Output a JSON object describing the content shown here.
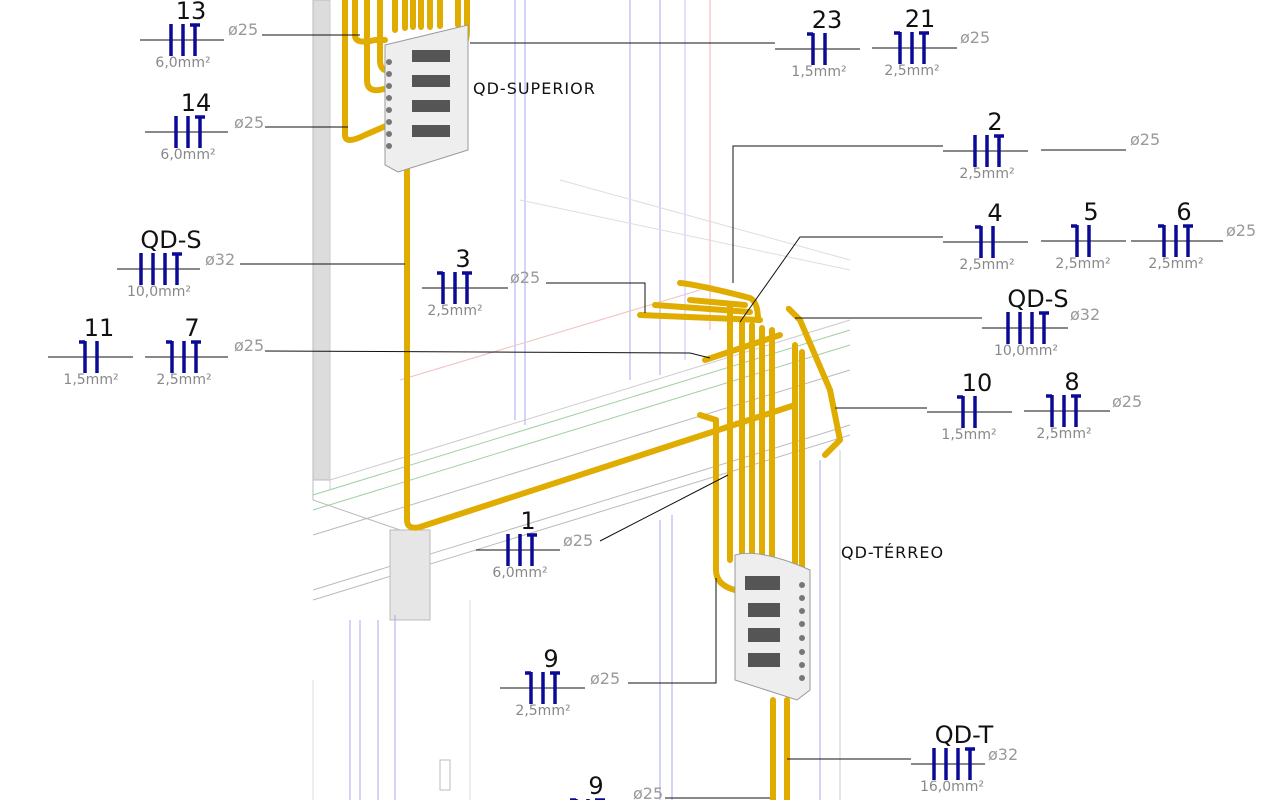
{
  "panels": [
    {
      "name": "QD-SUPERIOR"
    },
    {
      "name": "QD-TÉRREO"
    }
  ],
  "circuits": [
    {
      "id": "13",
      "conductors": [
        "bar",
        "bar",
        "tee"
      ],
      "gauge": "6,0mm²",
      "conduit": "ø25"
    },
    {
      "id": "14",
      "conductors": [
        "bar",
        "bar",
        "tee"
      ],
      "gauge": "6,0mm²",
      "conduit": "ø25"
    },
    {
      "id": "QD-S",
      "conductors": [
        "bar",
        "bar",
        "bar",
        "tee"
      ],
      "gauge": "10,0mm²",
      "conduit": "ø32"
    },
    {
      "id": "3",
      "conductors": [
        "hook",
        "bar",
        "tee"
      ],
      "gauge": "2,5mm²",
      "conduit": "ø25"
    },
    {
      "id": "11",
      "conductors": [
        "hook",
        "bar"
      ],
      "gauge": "1,5mm²",
      "conduit": ""
    },
    {
      "id": "7",
      "conductors": [
        "hook",
        "bar",
        "tee"
      ],
      "gauge": "2,5mm²",
      "conduit": "ø25"
    },
    {
      "id": "23",
      "conductors": [
        "hook",
        "bar"
      ],
      "gauge": "1,5mm²",
      "conduit": ""
    },
    {
      "id": "21",
      "conductors": [
        "hook",
        "bar",
        "tee"
      ],
      "gauge": "2,5mm²",
      "conduit": "ø25"
    },
    {
      "id": "2",
      "conductors": [
        "bar",
        "bar",
        "tee"
      ],
      "gauge": "2,5mm²",
      "conduit": ""
    },
    {
      "id": "",
      "conductors": [],
      "gauge": "",
      "conduit": "ø25"
    },
    {
      "id": "4",
      "conductors": [
        "hook",
        "bar"
      ],
      "gauge": "2,5mm²",
      "conduit": ""
    },
    {
      "id": "5",
      "conductors": [
        "hook",
        "bar"
      ],
      "gauge": "2,5mm²",
      "conduit": ""
    },
    {
      "id": "6",
      "conductors": [
        "hook",
        "bar",
        "tee"
      ],
      "gauge": "2,5mm²",
      "conduit": "ø25"
    },
    {
      "id": "QD-S",
      "conductors": [
        "bar",
        "bar",
        "bar",
        "tee"
      ],
      "gauge": "10,0mm²",
      "conduit": "ø32"
    },
    {
      "id": "10",
      "conductors": [
        "hook",
        "bar"
      ],
      "gauge": "1,5mm²",
      "conduit": ""
    },
    {
      "id": "8",
      "conductors": [
        "hook",
        "bar",
        "tee"
      ],
      "gauge": "2,5mm²",
      "conduit": "ø25"
    },
    {
      "id": "1",
      "conductors": [
        "bar",
        "bar",
        "tee"
      ],
      "gauge": "6,0mm²",
      "conduit": "ø25"
    },
    {
      "id": "9",
      "conductors": [
        "hook",
        "bar",
        "tee"
      ],
      "gauge": "2,5mm²",
      "conduit": "ø25"
    },
    {
      "id": "QD-T",
      "conductors": [
        "bar",
        "bar",
        "bar",
        "tee"
      ],
      "gauge": "16,0mm²",
      "conduit": "ø32"
    },
    {
      "id": "9",
      "conductors": [
        "hook",
        "bar",
        "tee"
      ],
      "gauge": "",
      "conduit": "ø25"
    }
  ],
  "colors": {
    "conduit": "#e0ac00",
    "symbol": "#0a0a96",
    "structure": "#b8b8f0"
  }
}
